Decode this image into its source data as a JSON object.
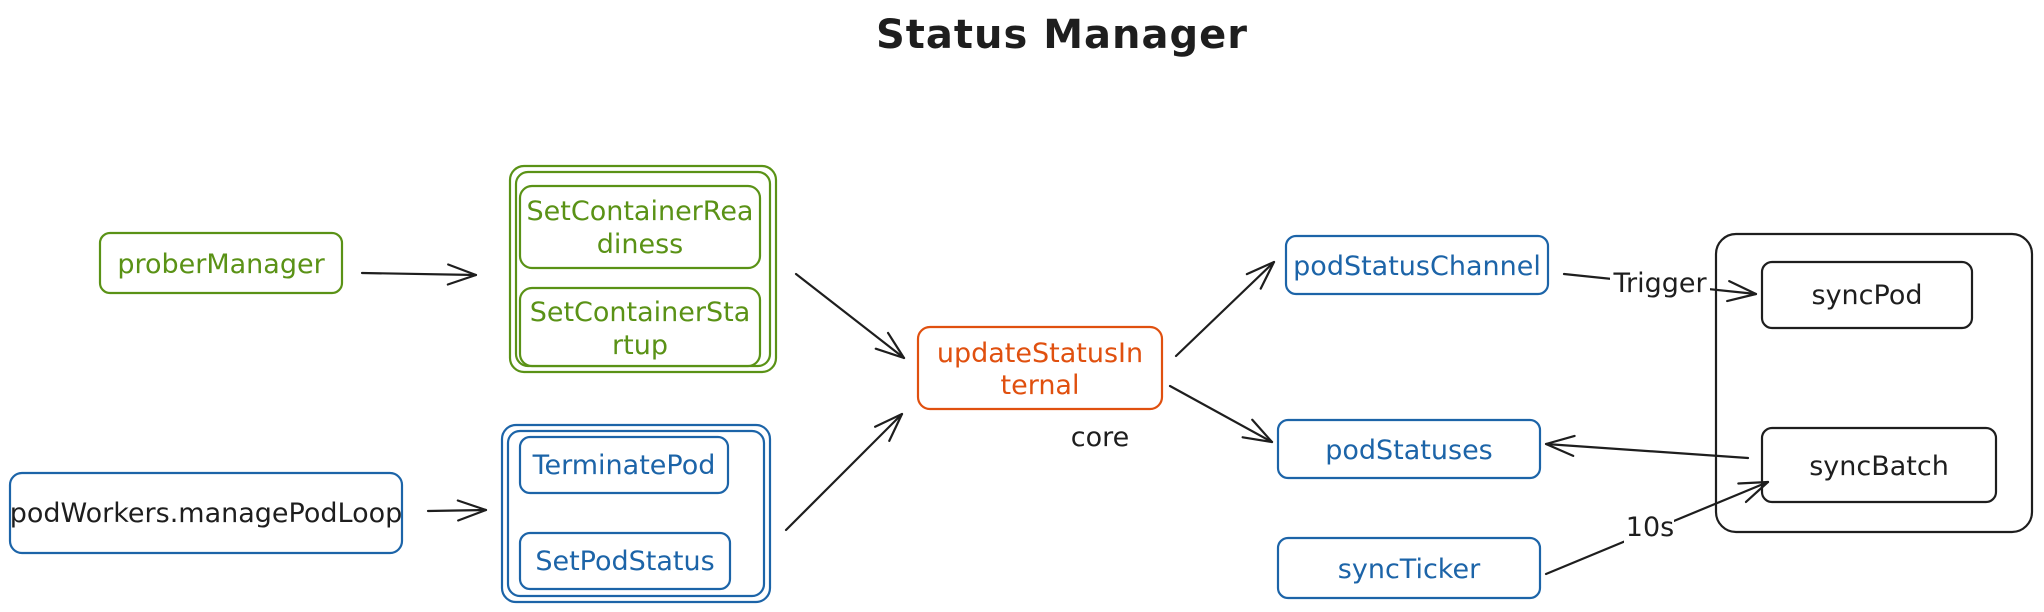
{
  "title": "Status Manager",
  "colors": {
    "green": "#5a9216",
    "blue": "#1c64a8",
    "orange": "#e0500f",
    "black": "#1e1e1e"
  },
  "nodes": {
    "prober_manager": "proberManager",
    "pod_workers": "podWorkers.managePodLoop",
    "set_container_readiness": [
      "SetContainerRea",
      "diness"
    ],
    "set_container_startup": [
      "SetContainerSta",
      "rtup"
    ],
    "terminate_pod": "TerminatePod",
    "set_pod_status": "SetPodStatus",
    "update_status_internal": [
      "updateStatusIn",
      "ternal"
    ],
    "pod_status_channel": "podStatusChannel",
    "pod_statuses": "podStatuses",
    "sync_ticker": "syncTicker",
    "sync_pod": "syncPod",
    "sync_batch": "syncBatch"
  },
  "labels": {
    "core": "core",
    "trigger": "Trigger",
    "interval": "10s"
  }
}
